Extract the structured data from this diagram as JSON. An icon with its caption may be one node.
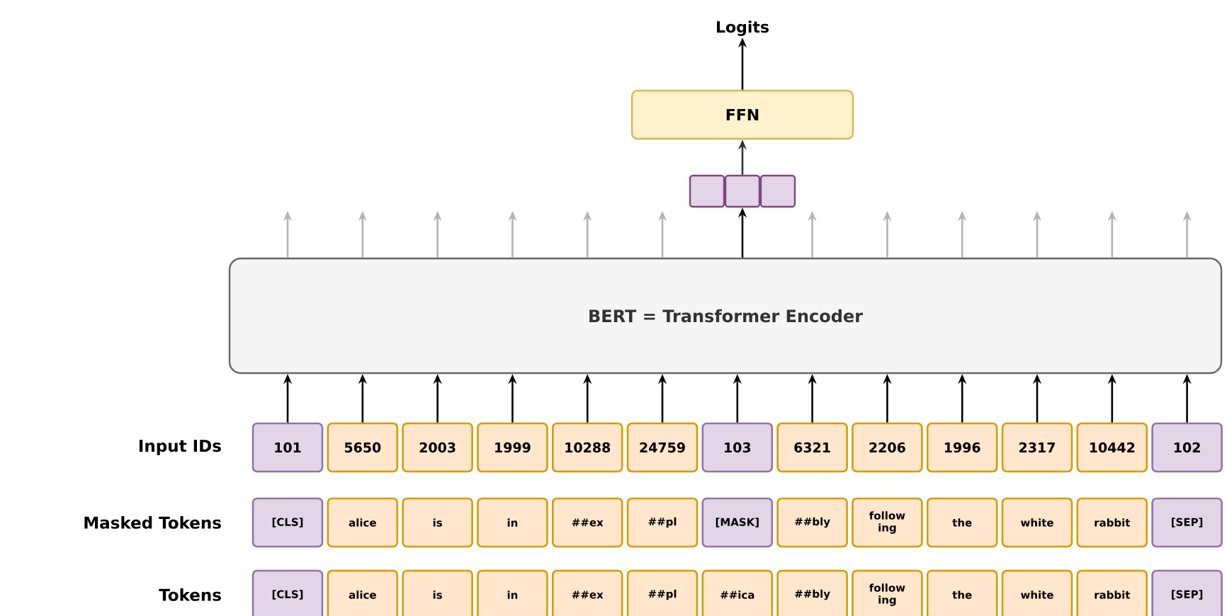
{
  "diagram": {
    "nodes": [
      {
        "text": [
          "Logits"
        ]
      },
      {
        "text": [
          "FFN"
        ]
      },
      {
        "text": [],
        "shape": "box"
      },
      {
        "text": [],
        "shape": "box"
      },
      {
        "text": [],
        "shape": "box"
      },
      {
        "text": [
          "BERT = Transformer Encoder"
        ]
      },
      {
        "text": [
          "101"
        ]
      },
      {
        "text": [
          "5650"
        ]
      },
      {
        "text": [
          "2003"
        ]
      },
      {
        "text": [
          "1999"
        ]
      },
      {
        "text": [
          "10288"
        ]
      },
      {
        "text": [
          "24759"
        ]
      },
      {
        "text": [
          "103"
        ]
      },
      {
        "text": [
          "6321"
        ]
      },
      {
        "text": [
          "2206"
        ]
      },
      {
        "text": [
          "1996"
        ]
      },
      {
        "text": [
          "2317"
        ]
      },
      {
        "text": [
          "10442"
        ]
      },
      {
        "text": [
          "102"
        ]
      },
      {
        "text": [
          "[CLS]"
        ]
      },
      {
        "text": [
          "alice"
        ]
      },
      {
        "text": [
          "is"
        ]
      },
      {
        "text": [
          "in"
        ]
      },
      {
        "text": [
          "##ex"
        ]
      },
      {
        "text": [
          "##pl"
        ]
      },
      {
        "text": [
          "[MASK]"
        ]
      },
      {
        "text": [
          "##bly"
        ]
      },
      {
        "text": [
          "follow ing"
        ]
      },
      {
        "text": [
          "the"
        ]
      },
      {
        "text": [
          "white"
        ]
      },
      {
        "text": [
          "rabbit"
        ]
      },
      {
        "text": [
          "[SEP]"
        ]
      },
      {
        "text": [
          "[CLS]"
        ]
      },
      {
        "text": [
          "alice"
        ]
      },
      {
        "text": [
          "is"
        ]
      },
      {
        "text": [
          "in"
        ]
      },
      {
        "text": [
          "##ex"
        ]
      },
      {
        "text": [
          "##pl"
        ]
      },
      {
        "text": [
          "##ica"
        ]
      },
      {
        "text": [
          "##bly"
        ]
      },
      {
        "text": [
          "follow ing"
        ]
      },
      {
        "text": [
          "the"
        ]
      },
      {
        "text": [
          "white"
        ]
      },
      {
        "text": [
          "rabbit"
        ]
      },
      {
        "text": [
          "[SEP]"
        ]
      }
    ],
    "edges": [
      {
        "from": 1,
        "to": 0,
        "arrow": "to"
      },
      {
        "from": 3,
        "to": 1,
        "arrow": "to",
        "color": "#333333"
      },
      {
        "from": 5,
        "to": 3,
        "arrow": "to"
      },
      {
        "from": 5,
        "to": null,
        "arrow": "to",
        "color": "#b3b3b3"
      },
      {
        "from": 5,
        "to": null,
        "arrow": "to",
        "color": "#b3b3b3"
      },
      {
        "from": 5,
        "to": null,
        "arrow": "to",
        "color": "#b3b3b3"
      },
      {
        "from": 5,
        "to": null,
        "arrow": "to",
        "color": "#b3b3b3"
      },
      {
        "from": 5,
        "to": null,
        "arrow": "to",
        "color": "#b3b3b3"
      },
      {
        "from": 5,
        "to": null,
        "arrow": "to",
        "color": "#b3b3b3"
      },
      {
        "from": 5,
        "to": null,
        "arrow": "to",
        "color": "#b3b3b3"
      },
      {
        "from": 5,
        "to": null,
        "arrow": "to",
        "color": "#b3b3b3"
      },
      {
        "from": 5,
        "to": null,
        "arrow": "to",
        "color": "#b3b3b3"
      },
      {
        "from": 5,
        "to": null,
        "arrow": "to",
        "color": "#b3b3b3"
      },
      {
        "from": 5,
        "to": null,
        "arrow": "to",
        "color": "#b3b3b3"
      },
      {
        "from": 5,
        "to": null,
        "arrow": "to",
        "color": "#b3b3b3"
      },
      {
        "from": 6,
        "to": 5,
        "arrow": "to"
      },
      {
        "from": 7,
        "to": 5,
        "arrow": "to"
      },
      {
        "from": 8,
        "to": 5,
        "arrow": "to"
      },
      {
        "from": 9,
        "to": 5,
        "arrow": "to"
      },
      {
        "from": 10,
        "to": 5,
        "arrow": "to"
      },
      {
        "from": 11,
        "to": 5,
        "arrow": "to"
      },
      {
        "from": 12,
        "to": 5,
        "arrow": "to"
      },
      {
        "from": 13,
        "to": 5,
        "arrow": "to"
      },
      {
        "from": 14,
        "to": 5,
        "arrow": "to"
      },
      {
        "from": 15,
        "to": 5,
        "arrow": "to"
      },
      {
        "from": 16,
        "to": 5,
        "arrow": "to"
      },
      {
        "from": 17,
        "to": 5,
        "arrow": "to"
      },
      {
        "from": 18,
        "to": 5,
        "arrow": "to"
      }
    ],
    "labels": [
      "Input IDs",
      "Masked Tokens",
      "Tokens"
    ]
  }
}
